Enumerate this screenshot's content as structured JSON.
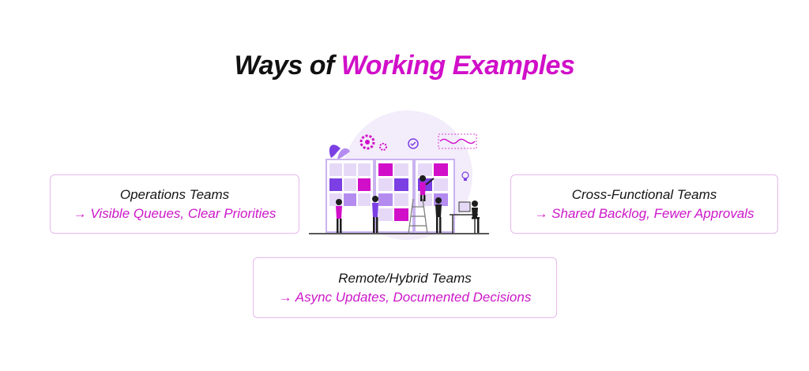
{
  "title": {
    "part1": "Ways of ",
    "part2": "Working Examples"
  },
  "colors": {
    "accent": "#d10fc9",
    "text": "#111111",
    "card_border": "#e7b8ec",
    "illustration_purple": "#7b3fe4",
    "illustration_light": "#e6d9f7"
  },
  "cards": [
    {
      "heading": "Operations Teams",
      "detail": "→ Visible Queues, Clear Priorities"
    },
    {
      "heading": "Cross-Functional Teams",
      "detail": "→ Shared Backlog, Fewer Approvals"
    },
    {
      "heading": "Remote/Hybrid Teams",
      "detail": "→ Async Updates, Documented Decisions"
    }
  ],
  "illustration": {
    "icons": [
      "gear-icon",
      "check-circle-icon",
      "lightbulb-icon",
      "chart-icon"
    ]
  }
}
